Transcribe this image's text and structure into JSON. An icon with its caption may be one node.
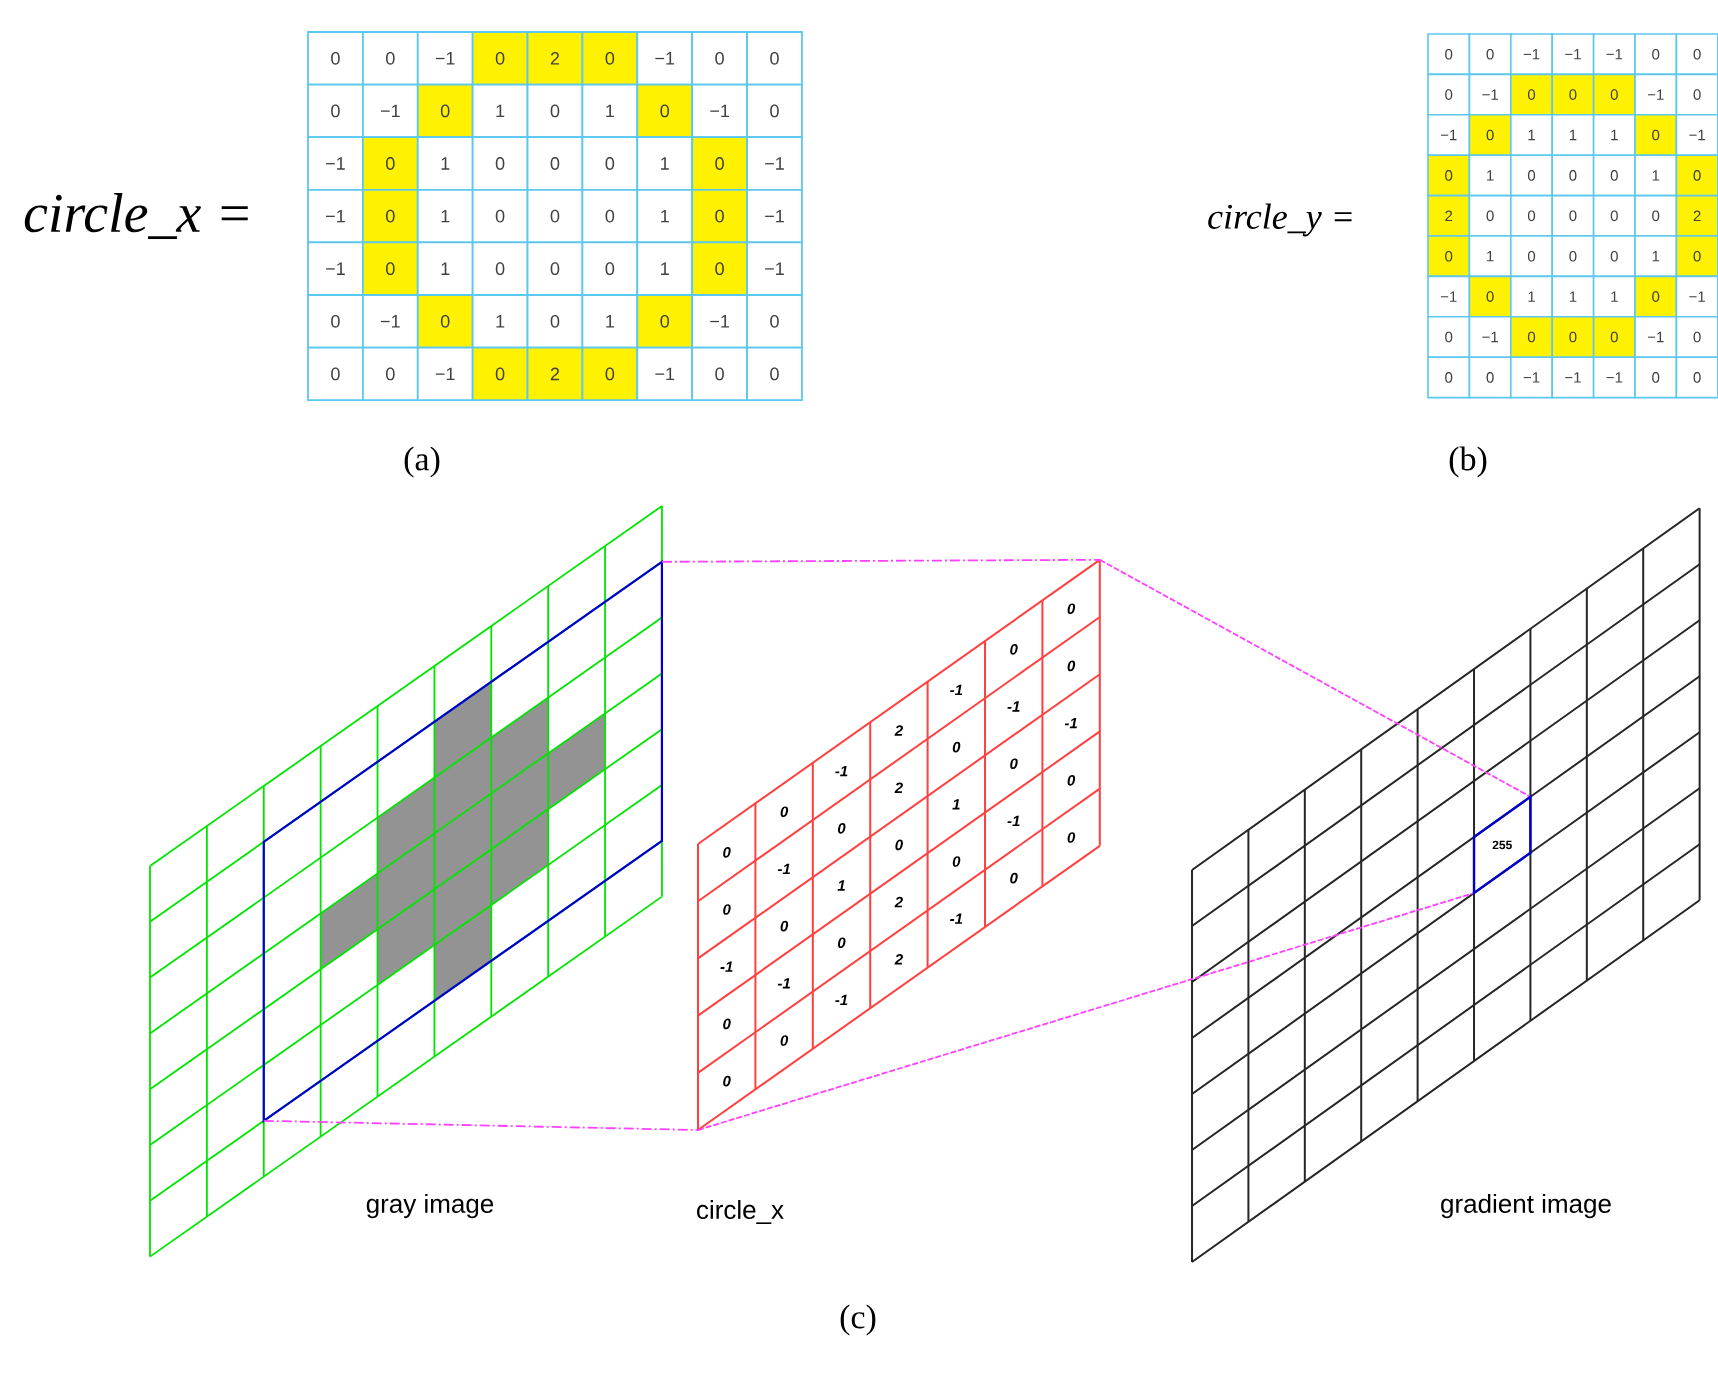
{
  "diagram": {
    "labels": [
      "circle_x =",
      "0",
      "0",
      "−1",
      "0",
      "2",
      "0",
      "−1",
      "0",
      "0",
      "0",
      "−1",
      "0",
      "1",
      "0",
      "1",
      "0",
      "−1",
      "0",
      "−1",
      "0",
      "1",
      "0",
      "0",
      "0",
      "1",
      "0",
      "−1",
      "−1",
      "0",
      "1",
      "0",
      "0",
      "0",
      "1",
      "0",
      "−1",
      "−1",
      "0",
      "1",
      "0",
      "0",
      "0",
      "1",
      "0",
      "−1",
      "0",
      "−1",
      "0",
      "1",
      "0",
      "1",
      "0",
      "−1",
      "0",
      "0",
      "0",
      "−1",
      "0",
      "2",
      "0",
      "−1",
      "0",
      "0",
      "circle_y =",
      "0",
      "0",
      "−1",
      "−1",
      "−1",
      "0",
      "0",
      "0",
      "−1",
      "0",
      "0",
      "0",
      "−1",
      "0",
      "−1",
      "0",
      "1",
      "1",
      "1",
      "0",
      "−1",
      "0",
      "1",
      "0",
      "0",
      "0",
      "1",
      "0",
      "2",
      "0",
      "0",
      "0",
      "0",
      "0",
      "2",
      "0",
      "1",
      "0",
      "0",
      "0",
      "1",
      "0",
      "−1",
      "0",
      "1",
      "1",
      "1",
      "0",
      "−1",
      "0",
      "−1",
      "0",
      "0",
      "0",
      "−1",
      "0",
      "0",
      "0",
      "−1",
      "−1",
      "−1",
      "0",
      "0",
      "(a)",
      "(b)",
      "0",
      "0",
      "-1",
      "2",
      "-1",
      "0",
      "0",
      "0",
      "-1",
      "0",
      "2",
      "0",
      "-1",
      "0",
      "-1",
      "0",
      "1",
      "0",
      "1",
      "0",
      "-1",
      "0",
      "-1",
      "0",
      "2",
      "0",
      "-1",
      "0",
      "0",
      "0",
      "-1",
      "2",
      "-1",
      "0",
      "0",
      "255",
      "gray image",
      "circle_x",
      "gradient image",
      "(c)"
    ]
  }
}
